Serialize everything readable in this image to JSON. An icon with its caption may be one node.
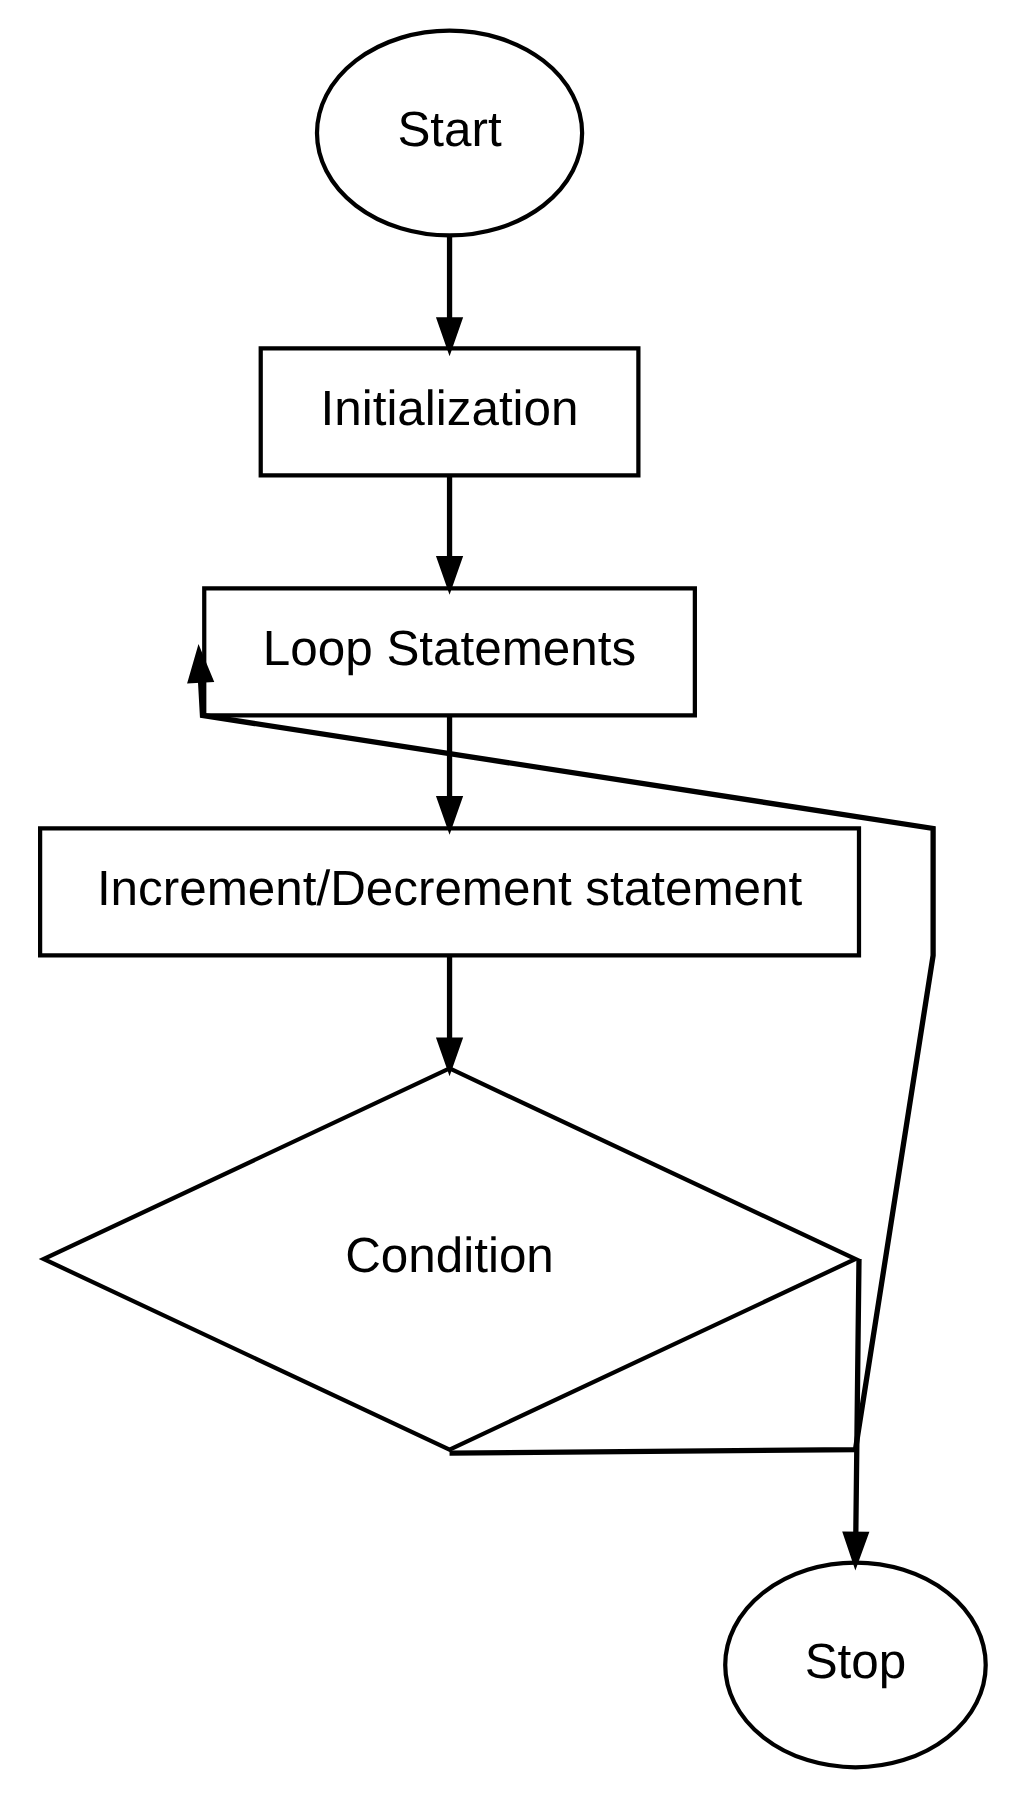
{
  "diagram": {
    "nodes": [
      {
        "text": [
          "Start"
        ]
      },
      {
        "text": [
          "Initialization"
        ]
      },
      {
        "text": [
          "Loop Statements"
        ]
      },
      {
        "text": [
          "Increment/Decrement statement"
        ]
      },
      {
        "text": [
          "Condition"
        ]
      },
      {
        "text": [
          "Stop"
        ]
      }
    ],
    "edges": [
      {
        "from": 0,
        "to": 1,
        "arrow": "to"
      },
      {
        "from": 1,
        "to": 2,
        "arrow": "to"
      },
      {
        "from": 2,
        "to": 3,
        "arrow": "to"
      },
      {
        "from": 3,
        "to": 4,
        "arrow": "to"
      },
      {
        "from": 4,
        "to": 2,
        "arrow": "to"
      },
      {
        "from": 4,
        "to": 5,
        "arrow": "to"
      }
    ]
  }
}
